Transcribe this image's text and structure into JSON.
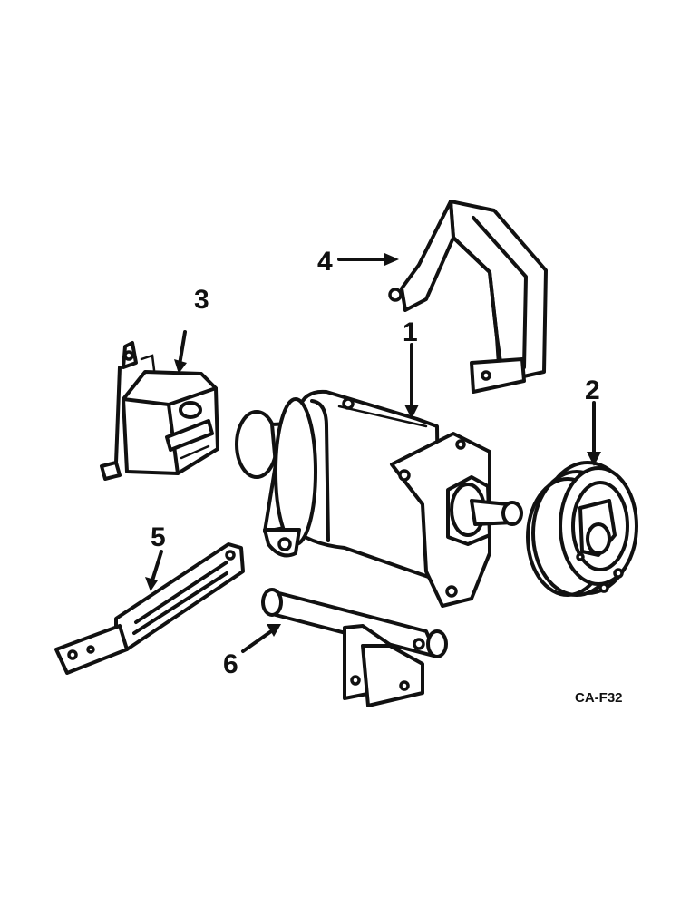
{
  "callouts": {
    "alternator": "1",
    "pulley": "2",
    "regulator": "3",
    "upper_bracket": "4",
    "adjusting_strap": "5",
    "mounting_bracket": "6"
  },
  "figure_code": "CA-F32",
  "colors": {
    "ink": "#111111",
    "paper": "#ffffff"
  }
}
